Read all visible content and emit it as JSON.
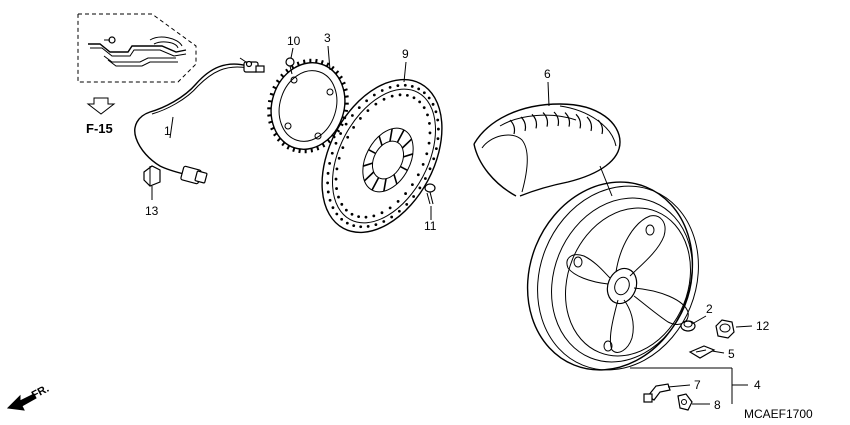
{
  "callouts": {
    "c1": "1",
    "c2": "2",
    "c3": "3",
    "c4": "4",
    "c5": "5",
    "c6": "6",
    "c7": "7",
    "c8": "8",
    "c9": "9",
    "c10": "10",
    "c11": "11",
    "c12": "12",
    "c13": "13"
  },
  "reference": {
    "label": "F-15"
  },
  "front_marker": {
    "label": "FR."
  },
  "diagram_code": "MCAEF1700"
}
